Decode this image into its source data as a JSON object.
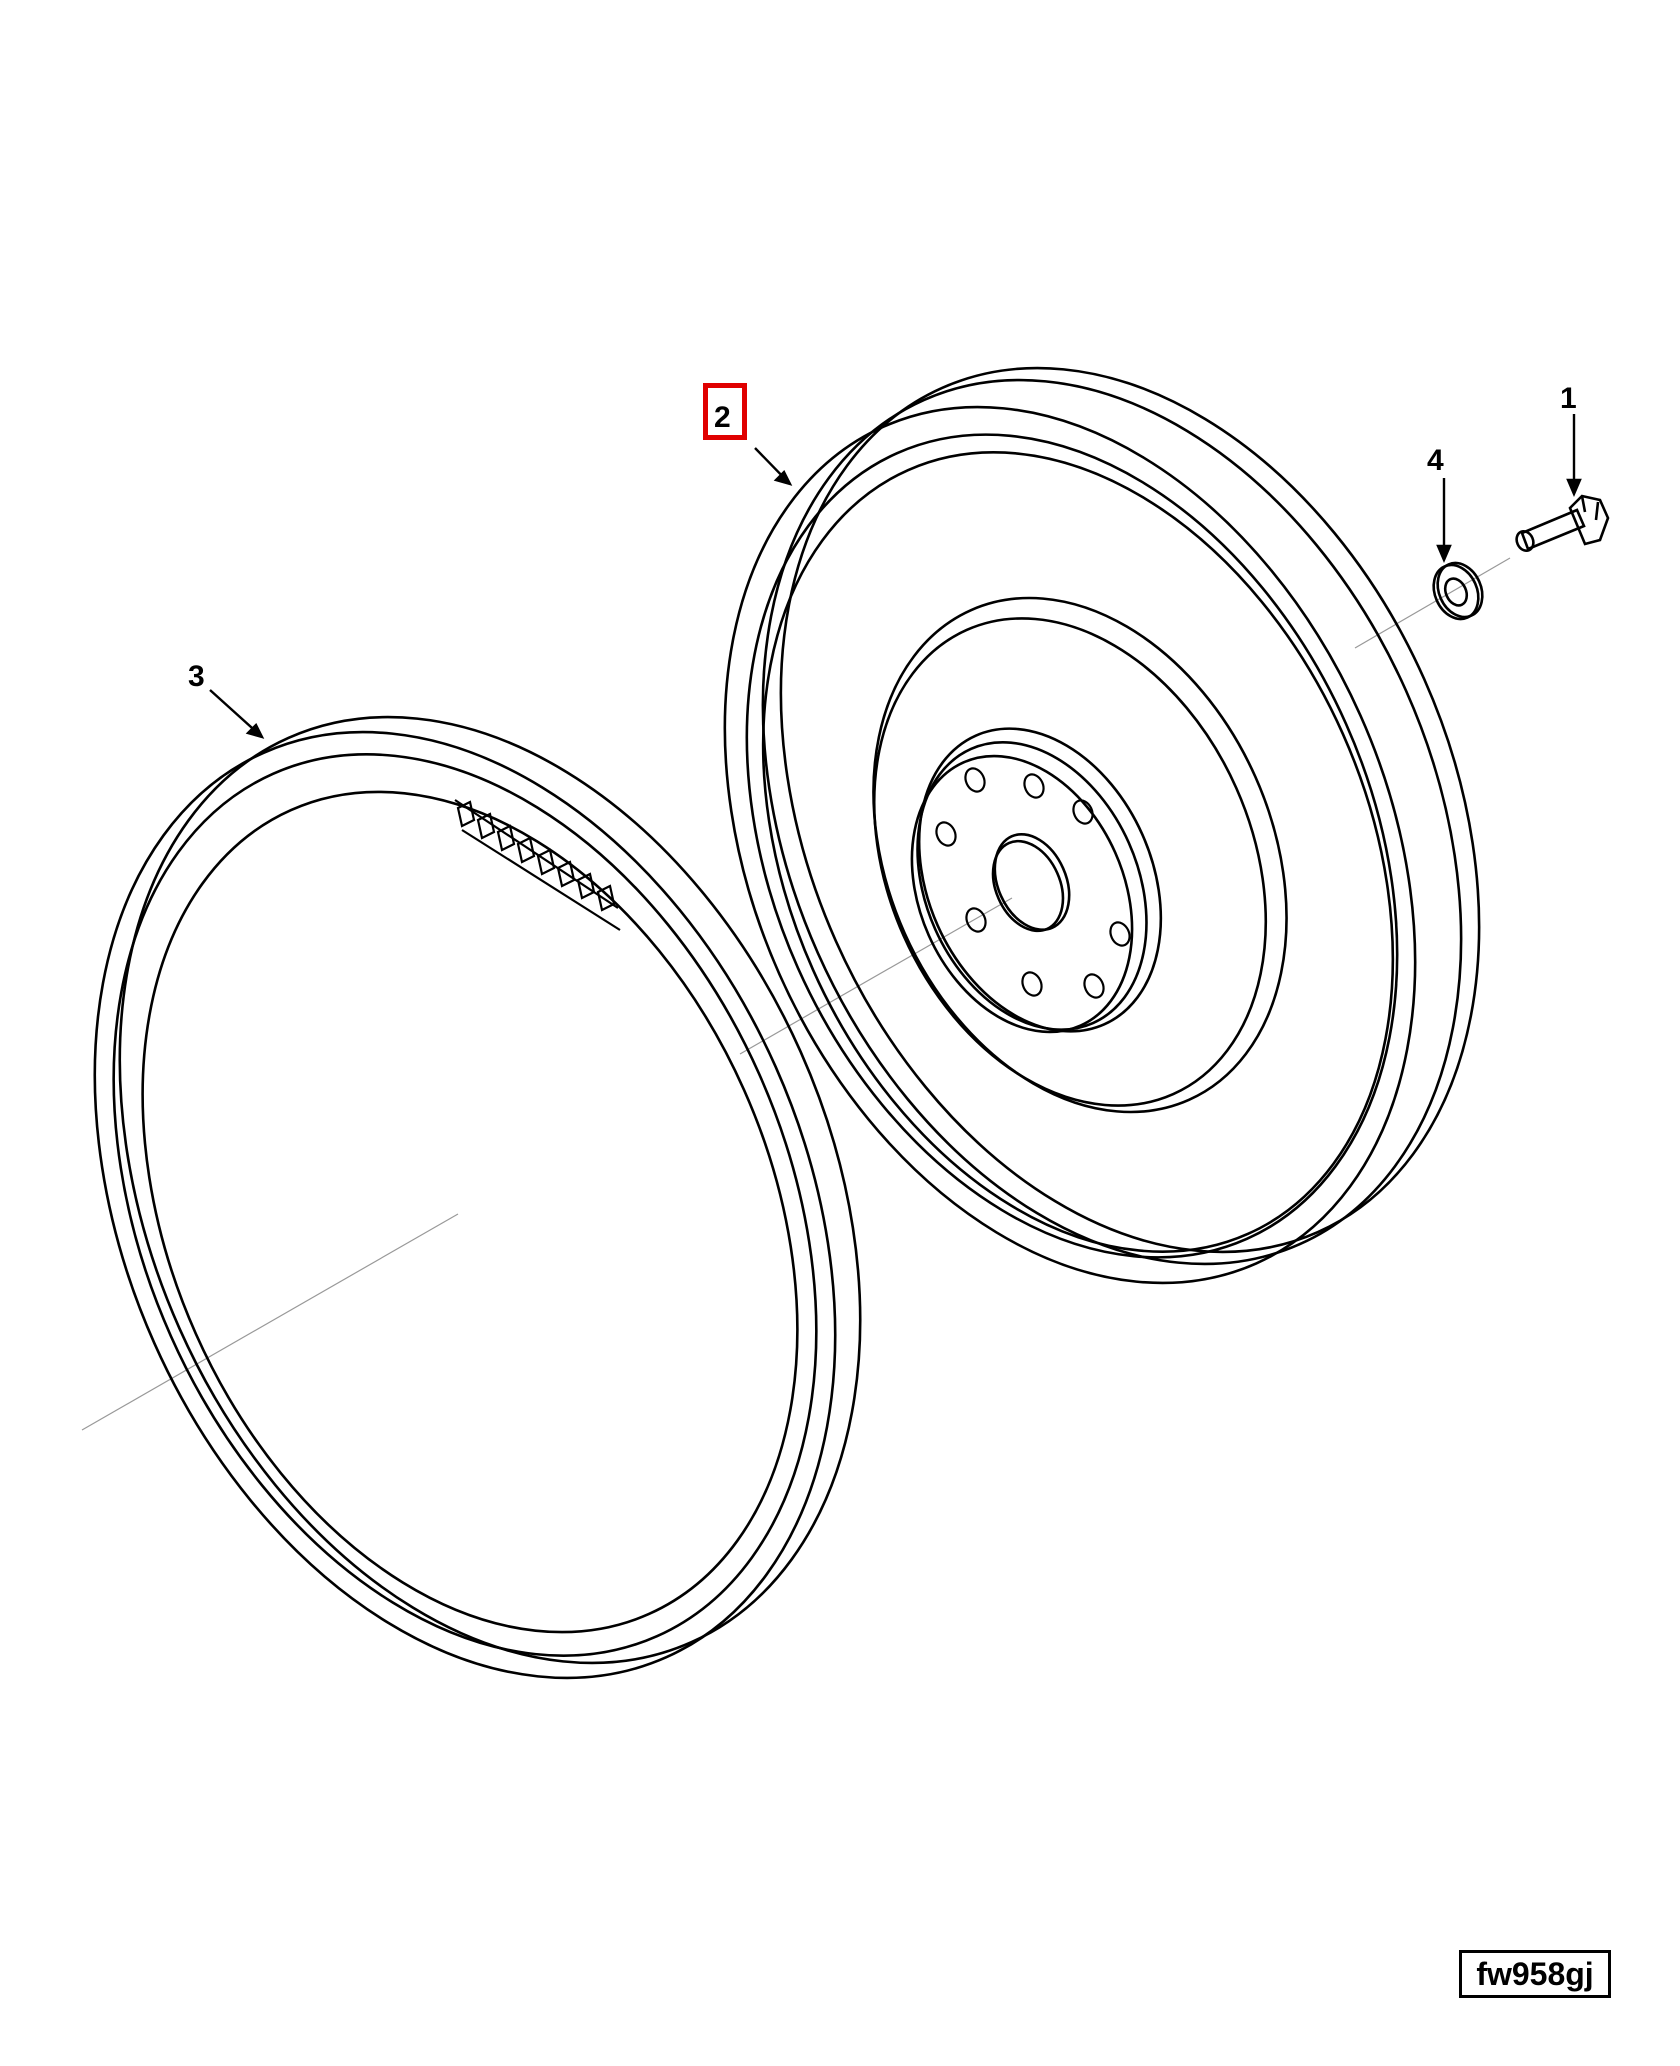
{
  "callouts": {
    "item_1": "1",
    "item_2": "2",
    "item_3": "3",
    "item_4": "4"
  },
  "highlighted_callout": "2",
  "highlight_color": "#e00000",
  "line_color": "#000000",
  "figure_id": "fw958gj"
}
